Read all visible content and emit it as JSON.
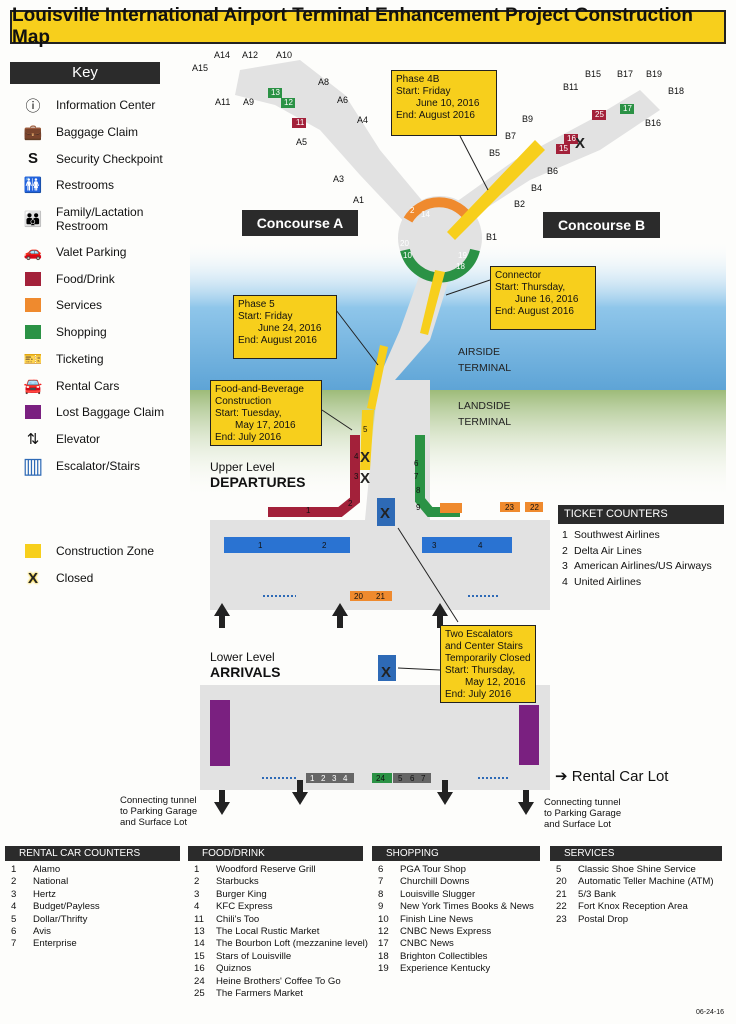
{
  "title": "Louisville International Airport Terminal Enhancement Project Construction Map",
  "key": {
    "heading": "Key",
    "items": [
      {
        "icon": "info-icon",
        "label": "Information Center"
      },
      {
        "icon": "baggage-icon",
        "label": "Baggage Claim"
      },
      {
        "icon": "security-icon",
        "label": "Security Checkpoint"
      },
      {
        "icon": "restroom-icon",
        "label": "Restrooms"
      },
      {
        "icon": "family-icon",
        "label": "Family/Lactation\nRestroom"
      },
      {
        "icon": "valet-icon",
        "label": "Valet Parking"
      },
      {
        "icon": "swatch",
        "color": "#a3213a",
        "label": "Food/Drink"
      },
      {
        "icon": "swatch",
        "color": "#ef8a2e",
        "label": "Services"
      },
      {
        "icon": "swatch",
        "color": "#2b9245",
        "label": "Shopping"
      },
      {
        "icon": "ticket-icon",
        "label": "Ticketing"
      },
      {
        "icon": "car-icon",
        "label": "Rental Cars"
      },
      {
        "icon": "swatch",
        "color": "#7a2080",
        "label": "Lost Baggage Claim"
      },
      {
        "icon": "elevator-icon",
        "label": "Elevator"
      },
      {
        "icon": "escalator-icon",
        "label": "Escalator/Stairs"
      }
    ],
    "construction_zone": "Construction Zone",
    "closed": "Closed",
    "closed_mark": "X"
  },
  "colors": {
    "construction": "#f7cf1c",
    "food": "#a3213a",
    "services": "#ef8a2e",
    "shopping": "#2b9245",
    "lost_baggage": "#7a2080",
    "escalator": "#2e6ab6",
    "ticket_counter": "#2a73d2"
  },
  "concourses": {
    "a": "Concourse A",
    "b": "Concourse B"
  },
  "gates": [
    "A1",
    "A3",
    "A4",
    "A5",
    "A6",
    "A8",
    "A9",
    "A10",
    "A11",
    "A12",
    "A14",
    "A15",
    "B1",
    "B2",
    "B4",
    "B5",
    "B6",
    "B7",
    "B9",
    "B11",
    "B15",
    "B16",
    "B17",
    "B18",
    "B19"
  ],
  "callouts": {
    "phase4b": [
      "Phase 4B",
      "Start: Friday",
      "June 10, 2016",
      "End:  August 2016"
    ],
    "connector": [
      "Connector",
      "Start: Thursday,",
      "June 16, 2016",
      "End:  August 2016"
    ],
    "phase5": [
      "Phase 5",
      "Start: Friday",
      "June 24, 2016",
      "End:  August 2016"
    ],
    "food_bev": [
      "Food-and-Beverage",
      "Construction",
      "Start: Tuesday,",
      "May 17, 2016",
      "End:  July 2016"
    ],
    "escalators": [
      "Two Escalators",
      "and Center Stairs",
      "Temporarily Closed",
      "Start: Thursday,",
      "May 12, 2016",
      "End:  July 2016"
    ]
  },
  "areas": {
    "airside": "AIRSIDE\nTERMINAL",
    "landside": "LANDSIDE\nTERMINAL"
  },
  "levels": {
    "upper_small": "Upper Level",
    "upper_big": "DEPARTURES",
    "lower_small": "Lower Level",
    "lower_big": "ARRIVALS"
  },
  "ticket_counters": {
    "heading": "TICKET COUNTERS",
    "items": [
      {
        "n": "1",
        "name": "Southwest Airlines"
      },
      {
        "n": "2",
        "name": "Delta Air Lines"
      },
      {
        "n": "3",
        "name": "American Airlines/US Airways"
      },
      {
        "n": "4",
        "name": "United Airlines"
      }
    ]
  },
  "rental_car_lot": "Rental Car Lot",
  "tunnel_text": "Connecting tunnel\nto Parking Garage\nand Surface Lot",
  "map_numbers": {
    "upper_food": [
      "1",
      "2",
      "3",
      "4",
      "5"
    ],
    "upper_shop": [
      "6",
      "7",
      "8",
      "9"
    ],
    "upper_services": [
      "23",
      "22",
      "20",
      "21"
    ],
    "counters": [
      "1",
      "2",
      "3",
      "4"
    ],
    "lower_rental": [
      "1",
      "2",
      "3",
      "4"
    ],
    "lower_shop": [
      "24",
      "5",
      "6",
      "7"
    ],
    "a_shops": [
      "13",
      "12",
      "11"
    ],
    "b_shops": [
      "25",
      "17",
      "16",
      "15"
    ],
    "hub": [
      "2",
      "14",
      "20",
      "10",
      "19",
      "18"
    ]
  },
  "tables": {
    "rental": {
      "heading": "RENTAL CAR COUNTERS",
      "rows": [
        [
          "1",
          "Alamo"
        ],
        [
          "2",
          "National"
        ],
        [
          "3",
          "Hertz"
        ],
        [
          "4",
          "Budget/Payless"
        ],
        [
          "5",
          "Dollar/Thrifty"
        ],
        [
          "6",
          "Avis"
        ],
        [
          "7",
          "Enterprise"
        ]
      ]
    },
    "food": {
      "heading": "FOOD/DRINK",
      "rows": [
        [
          "1",
          "Woodford Reserve Grill"
        ],
        [
          "2",
          "Starbucks"
        ],
        [
          "3",
          "Burger King"
        ],
        [
          "4",
          "KFC Express"
        ],
        [
          "11",
          "Chili's Too"
        ],
        [
          "13",
          "The Local Rustic Market"
        ],
        [
          "14",
          "The Bourbon Loft (mezzanine level)"
        ],
        [
          "15",
          "Stars of Louisville"
        ],
        [
          "16",
          "Quiznos"
        ],
        [
          "24",
          "Heine Brothers' Coffee To Go"
        ],
        [
          "25",
          "The Farmers Market"
        ]
      ]
    },
    "shopping": {
      "heading": "SHOPPING",
      "rows": [
        [
          "6",
          "PGA Tour Shop"
        ],
        [
          "7",
          "Churchill Downs"
        ],
        [
          "8",
          "Louisville Slugger"
        ],
        [
          "9",
          "New York Times Books & News"
        ],
        [
          "10",
          "Finish Line News"
        ],
        [
          "12",
          "CNBC News Express"
        ],
        [
          "17",
          "CNBC News"
        ],
        [
          "18",
          "Brighton Collectibles"
        ],
        [
          "19",
          "Experience Kentucky"
        ]
      ]
    },
    "services": {
      "heading": "SERVICES",
      "rows": [
        [
          "5",
          "Classic Shoe Shine Service"
        ],
        [
          "20",
          "Automatic Teller Machine (ATM)"
        ],
        [
          "21",
          "5/3 Bank"
        ],
        [
          "22",
          "Fort Knox Reception Area"
        ],
        [
          "23",
          "Postal Drop"
        ]
      ]
    }
  },
  "date": "06-24-16"
}
